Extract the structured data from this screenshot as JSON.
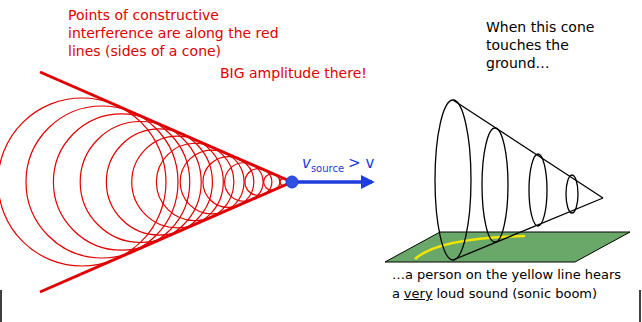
{
  "diagram": {
    "labels": [
      "Points of constructive interference are along the red lines (sides of a cone)",
      "BIG amplitude there!",
      "v",
      "source",
      "> v",
      "When this cone touches the ground…",
      "…a person on the yellow line hears",
      "a",
      "very",
      "loud sound (sonic boom)"
    ]
  }
}
